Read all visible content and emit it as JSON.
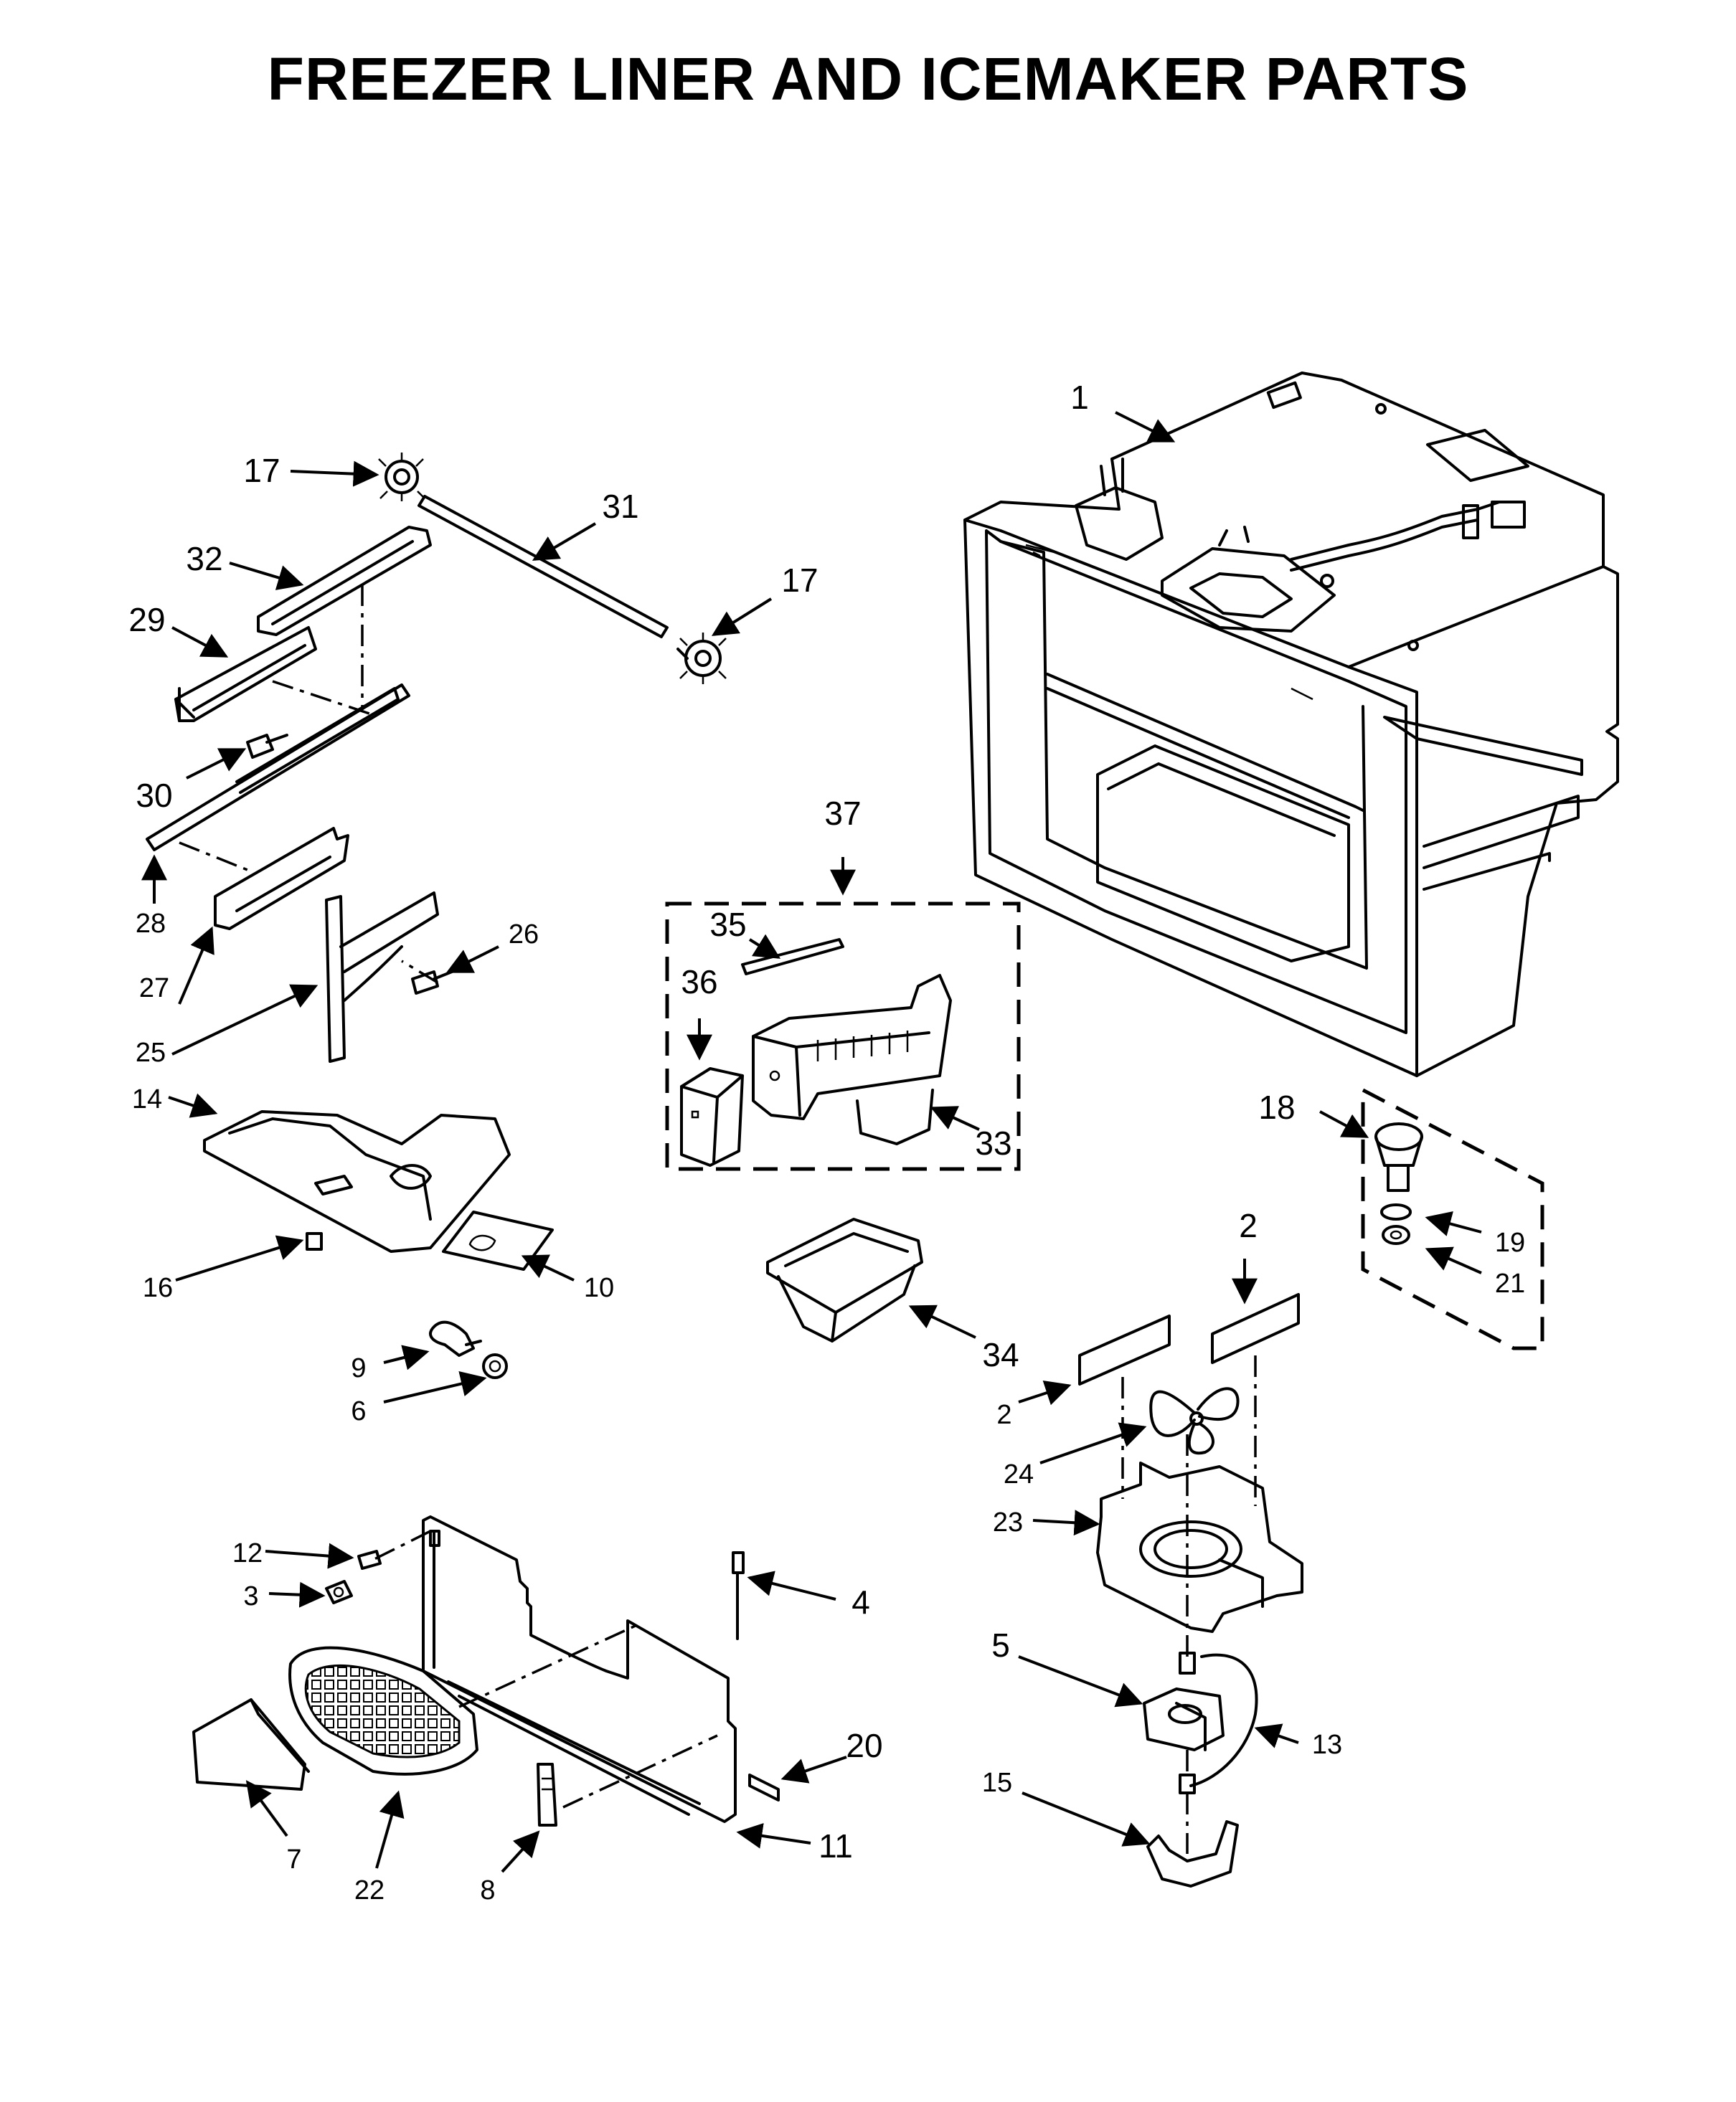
{
  "title": "FREEZER LINER AND ICEMAKER PARTS",
  "callouts": [
    {
      "label": "1"
    },
    {
      "label": "17"
    },
    {
      "label": "31"
    },
    {
      "label": "17"
    },
    {
      "label": "32"
    },
    {
      "label": "29"
    },
    {
      "label": "30"
    },
    {
      "label": "37"
    },
    {
      "label": "35"
    },
    {
      "label": "36"
    },
    {
      "label": "28"
    },
    {
      "label": "26"
    },
    {
      "label": "27"
    },
    {
      "label": "25"
    },
    {
      "label": "14"
    },
    {
      "label": "33"
    },
    {
      "label": "18"
    },
    {
      "label": "19"
    },
    {
      "label": "21"
    },
    {
      "label": "16"
    },
    {
      "label": "10"
    },
    {
      "label": "2"
    },
    {
      "label": "34"
    },
    {
      "label": "9"
    },
    {
      "label": "6"
    },
    {
      "label": "2"
    },
    {
      "label": "24"
    },
    {
      "label": "23"
    },
    {
      "label": "12"
    },
    {
      "label": "3"
    },
    {
      "label": "4"
    },
    {
      "label": "5"
    },
    {
      "label": "20"
    },
    {
      "label": "13"
    },
    {
      "label": "15"
    },
    {
      "label": "7"
    },
    {
      "label": "11"
    },
    {
      "label": "22"
    },
    {
      "label": "8"
    }
  ]
}
